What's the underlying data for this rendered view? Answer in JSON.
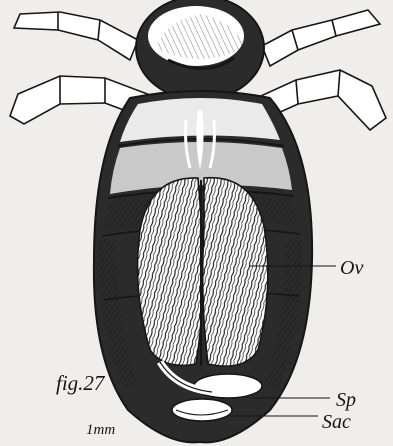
{
  "figure": {
    "fig_label": "fig.27",
    "scale_label": "1mm",
    "labels": {
      "ovary": "Ov",
      "spermatheca": "Sp",
      "sac": "Sac"
    }
  },
  "colors": {
    "paper": "#efeeea",
    "ink": "#161616",
    "light_fill": "#ffffff",
    "shade": "#2b2b2b"
  }
}
